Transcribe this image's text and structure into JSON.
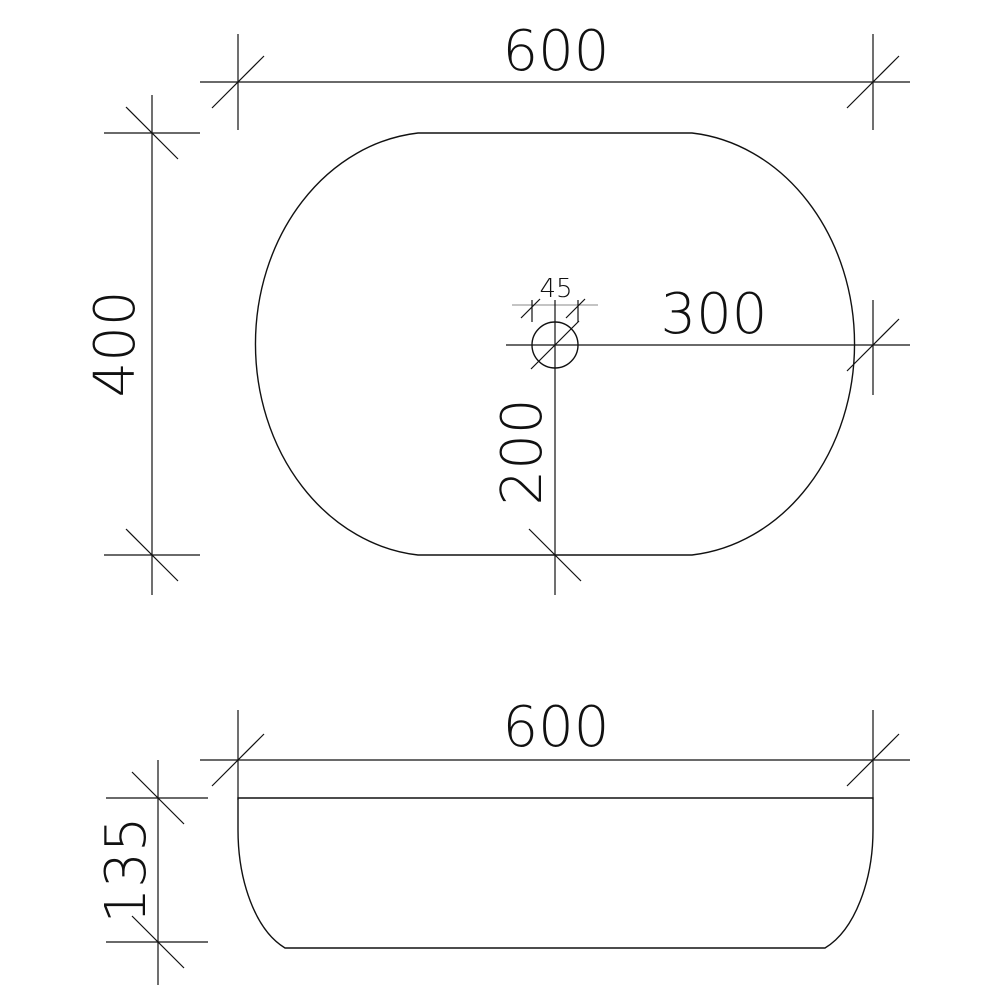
{
  "top_view": {
    "width_label": "600",
    "height_label": "400",
    "drain_diameter_label": "45",
    "drain_offset_x_label": "300",
    "drain_offset_y_label": "200"
  },
  "side_view": {
    "width_label": "600",
    "height_label": "135"
  },
  "colors": {
    "line": "#111111",
    "background": "#ffffff"
  }
}
